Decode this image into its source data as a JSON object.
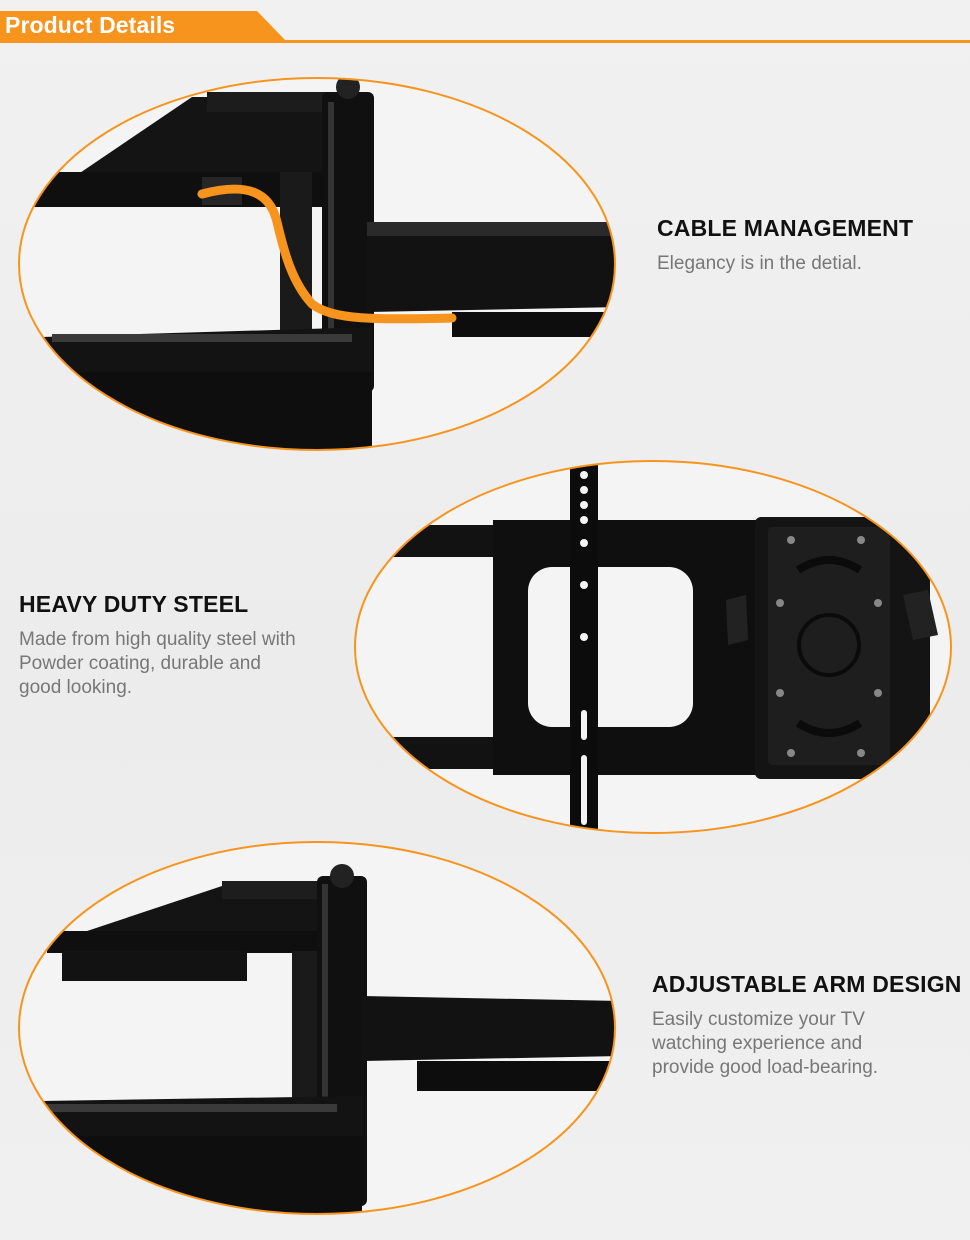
{
  "header": {
    "title": "Product Details",
    "accent_color": "#f7941d"
  },
  "features": [
    {
      "title": "CABLE MANAGEMENT",
      "description": "Elegancy is in the detial.",
      "image_icon": "cable-arm-photo"
    },
    {
      "title": "HEAVY DUTY STEEL",
      "description": "Made from high quality steel with\nPowder coating, durable and\ngood looking.",
      "image_icon": "wall-plate-photo"
    },
    {
      "title": "ADJUSTABLE ARM DESIGN",
      "description": "Easily customize your TV\nwatching experience and\nprovide good load-bearing.",
      "image_icon": "swivel-arm-photo"
    }
  ],
  "colors": {
    "orange": "#f7941d",
    "steel_black": "#111111",
    "title_text": "#111111",
    "body_text": "#777777"
  }
}
